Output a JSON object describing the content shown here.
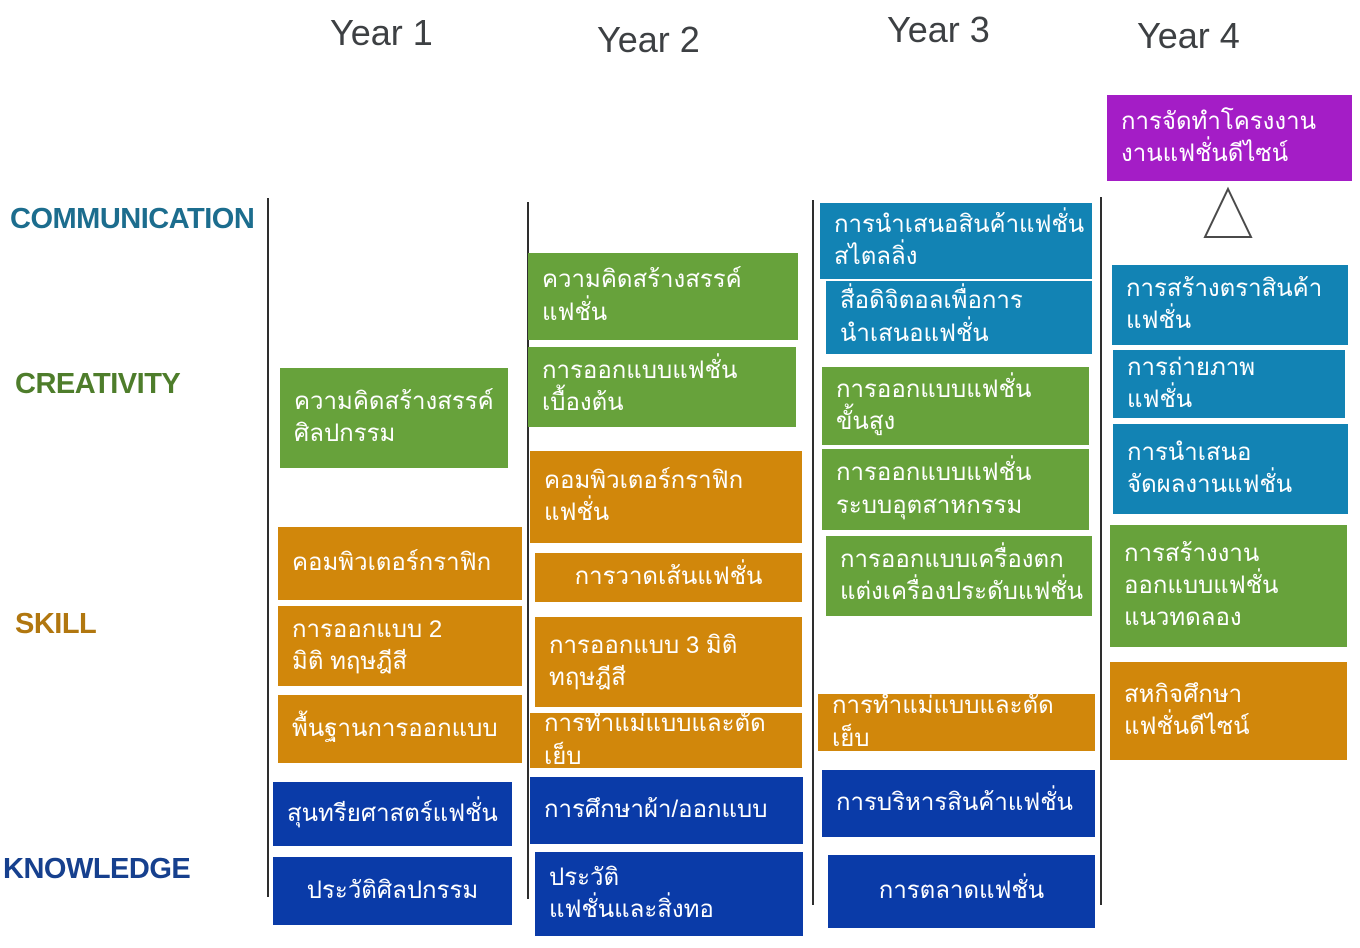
{
  "header": {
    "years": [
      "Year 1",
      "Year 2",
      "Year 3",
      "Year 4"
    ]
  },
  "rows": {
    "communication": {
      "label": "COMMUNICATION",
      "color": "#1c6d8e"
    },
    "creativity": {
      "label": "CREATIVITY",
      "color": "#4e7d2b"
    },
    "skill": {
      "label": "SKILL",
      "color": "#b1770f"
    },
    "knowledge": {
      "label": "KNOWLEDGE",
      "color": "#16408e"
    }
  },
  "box_colors": {
    "communication": "#1283b4",
    "creativity": "#67a23b",
    "skill": "#d1870b",
    "knowledge": "#0a3ba8",
    "capstone": "#a41dc6"
  },
  "icons": {
    "capstone_pointer": "triangle-outline"
  },
  "capstone": {
    "label": "การจัดทำโครงงาน\nงานแฟชั่นดีไซน์",
    "category": "capstone"
  },
  "courses": {
    "y1": [
      {
        "category": "creativity",
        "label": "ความคิดสร้างสรรค์\nศิลปกรรม"
      },
      {
        "category": "skill",
        "label": "คอมพิวเตอร์กราฟิก"
      },
      {
        "category": "skill",
        "label": "การออกแบบ 2\nมิติ ทฤษฎีสี"
      },
      {
        "category": "skill",
        "label": "พื้นฐานการออกแบบ"
      },
      {
        "category": "knowledge",
        "label": "สุนทรียศาสตร์แฟชั่น"
      },
      {
        "category": "knowledge",
        "label": "ประวัติศิลปกรรม"
      }
    ],
    "y2": [
      {
        "category": "creativity",
        "label": "ความคิดสร้างสรรค์\nแฟชั่น"
      },
      {
        "category": "creativity",
        "label": "การออกแบบแฟชั่น\nเบื้องต้น"
      },
      {
        "category": "skill",
        "label": "คอมพิวเตอร์กราฟิก\nแฟชั่น"
      },
      {
        "category": "skill",
        "label": "การวาดเส้นแฟชั่น"
      },
      {
        "category": "skill",
        "label": "การออกแบบ 3 มิติ\nทฤษฎีสี"
      },
      {
        "category": "skill",
        "label": "การทำแม่แบบและตัดเย็บ"
      },
      {
        "category": "knowledge",
        "label": "การศึกษาผ้า/ออกแบบ"
      },
      {
        "category": "knowledge",
        "label": "ประวัติ\nแฟชั่นและสิ่งทอ"
      }
    ],
    "y3": [
      {
        "category": "communication",
        "label": "การนำเสนอสินค้าแฟชั่น\nสไตลลิ่ง"
      },
      {
        "category": "communication",
        "label": "สื่อดิจิตอลเพื่อการ\nนำเสนอแฟชั่น"
      },
      {
        "category": "creativity",
        "label": "การออกแบบแฟชั่น\nขั้นสูง"
      },
      {
        "category": "creativity",
        "label": "การออกแบบแฟชั่น\nระบบอุตสาหกรรม"
      },
      {
        "category": "creativity",
        "label": "การออกแบบเครื่องตก\nแต่งเครื่องประดับแฟชั่น"
      },
      {
        "category": "skill",
        "label": "การทำแม่แบบและตัดเย็บ"
      },
      {
        "category": "knowledge",
        "label": "การบริหารสินค้าแฟชั่น"
      },
      {
        "category": "knowledge",
        "label": "การตลาดแฟชั่น"
      }
    ],
    "y4": [
      {
        "category": "communication",
        "label": "การสร้างตราสินค้า\nแฟชั่น"
      },
      {
        "category": "communication",
        "label": "การถ่ายภาพ\nแฟชั่น"
      },
      {
        "category": "communication",
        "label": "การนำเสนอ\nจัดผลงานแฟชั่น"
      },
      {
        "category": "creativity",
        "label": "การสร้างงาน\nออกแบบแฟชั่น\nแนวทดลอง"
      },
      {
        "category": "skill",
        "label": "สหกิจศึกษา\nแฟชั่นดีไซน์"
      }
    ]
  }
}
